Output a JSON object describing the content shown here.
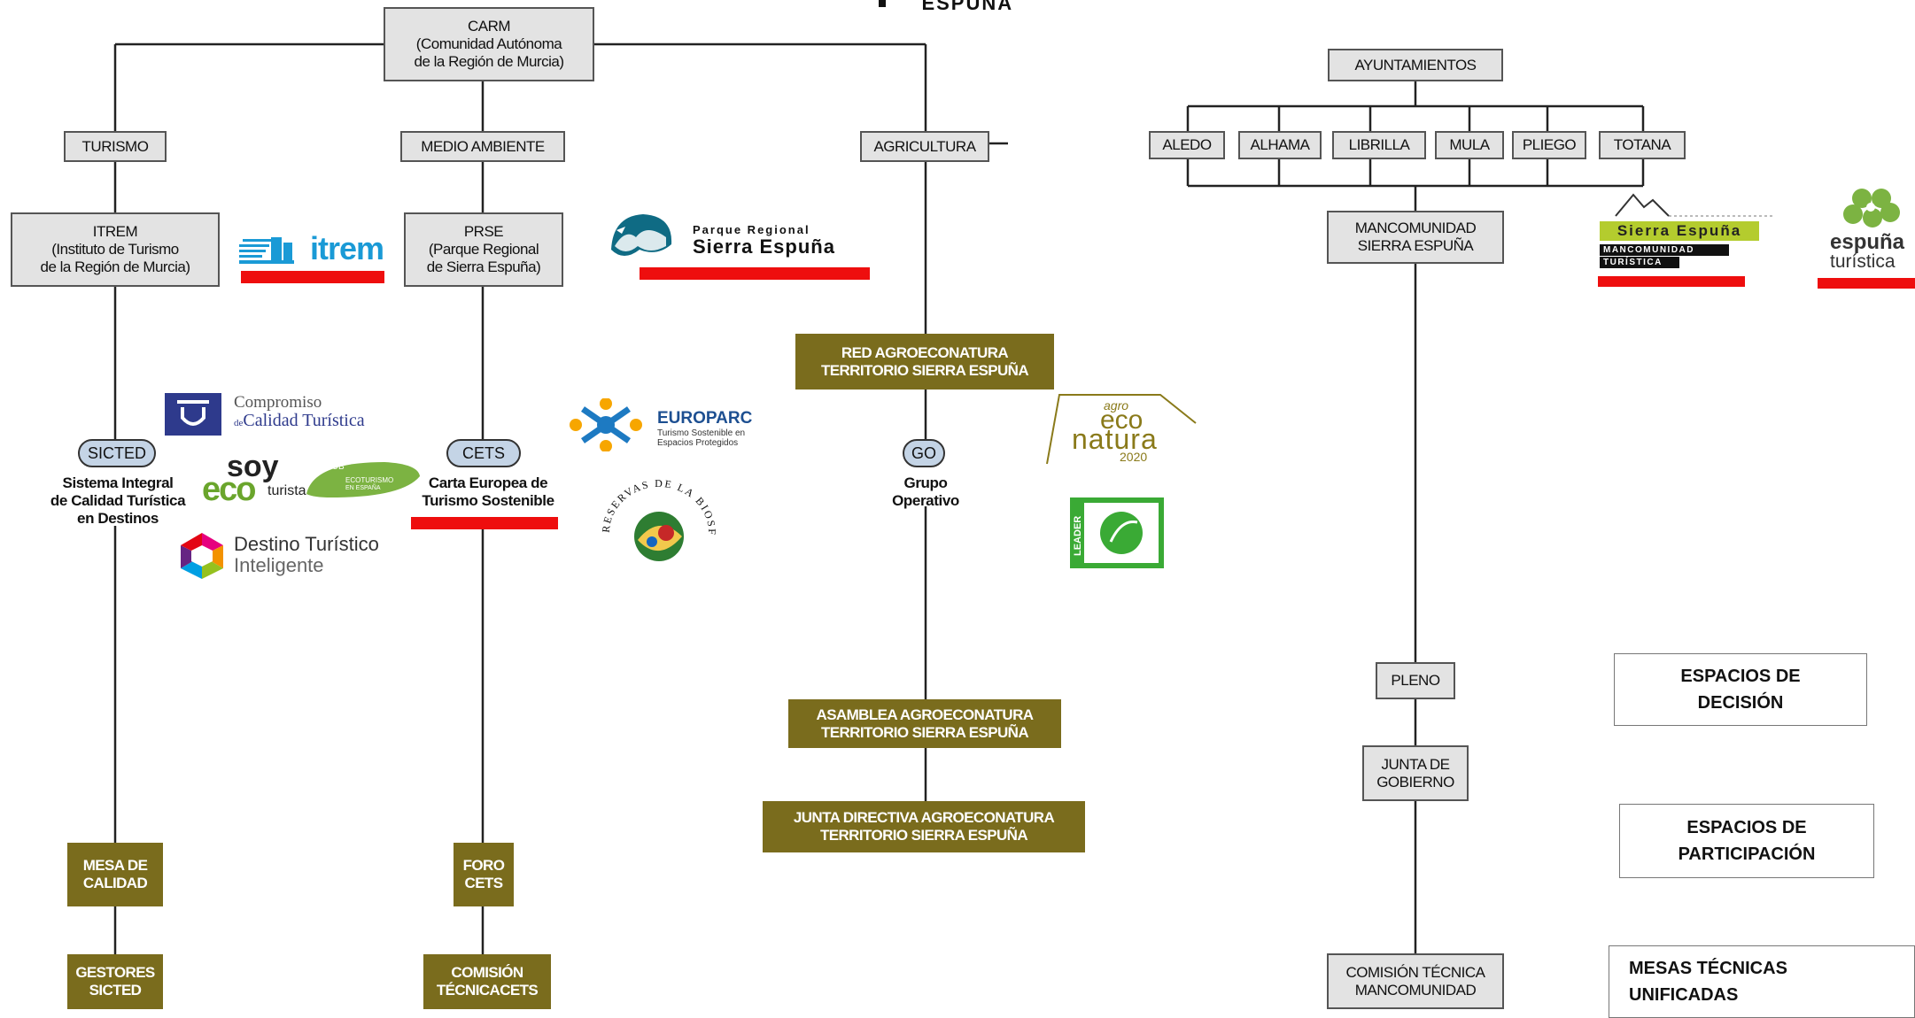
{
  "header_fragment": "ESPUÑA",
  "carm": {
    "l1": "CARM",
    "l2": "(Comunidad Autónoma",
    "l3": "de la Región de Murcia)"
  },
  "areas": {
    "turismo": "TURISMO",
    "medio_ambiente": "MEDIO AMBIENTE",
    "agricultura": "AGRICULTURA"
  },
  "itrem": {
    "l1": "ITREM",
    "l2": "(Instituto de Turismo",
    "l3": "de la Región de Murcia)"
  },
  "prse": {
    "l1": "PRSE",
    "l2": "(Parque Regional",
    "l3": "de Sierra Espuña)"
  },
  "red_agro": {
    "l1": "RED AGROECONATURA",
    "l2": "TERRITORIO SIERRA ESPUÑA"
  },
  "pills": {
    "sicted": "SICTED",
    "cets": "CETS",
    "go": "GO"
  },
  "pill_labels": {
    "sicted": {
      "l1": "Sistema Integral",
      "l2": "de Calidad Turística",
      "l3": "en Destinos"
    },
    "cets": {
      "l1": "Carta Europea de",
      "l2": "Turismo Sostenible"
    },
    "go": {
      "l1": "Grupo",
      "l2": "Operativo"
    }
  },
  "asamblea": {
    "l1": "ASAMBLEA AGROECONATURA",
    "l2": "TERRITORIO SIERRA ESPUÑA"
  },
  "junta_directiva": {
    "l1": "JUNTA DIRECTIVA AGROECONATURA",
    "l2": "TERRITORIO SIERRA ESPUÑA"
  },
  "mesa_calidad": {
    "l1": "MESA DE",
    "l2": "CALIDAD"
  },
  "gestores": {
    "l1": "GESTORES",
    "l2": "SICTED"
  },
  "foro": {
    "l1": "FORO",
    "l2": "CETS"
  },
  "comision_cets": {
    "l1": "COMISIÓN",
    "l2": "TÉCNICACETS"
  },
  "ayuntamientos": "AYUNTAMIENTOS",
  "municipios": [
    "ALEDO",
    "ALHAMA",
    "LIBRILLA",
    "MULA",
    "PLIEGO",
    "TOTANA"
  ],
  "mancomunidad": {
    "l1": "MANCOMUNIDAD",
    "l2": "SIERRA ESPUÑA"
  },
  "pleno": "PLENO",
  "junta_gobierno": {
    "l1": "JUNTA DE",
    "l2": "GOBIERNO"
  },
  "comision_tecnica": {
    "l1": "COMISIÓN TÉCNICA",
    "l2": "MANCOMUNIDAD"
  },
  "legend": {
    "decision": {
      "l1": "ESPACIOS DE",
      "l2": "DECISIÓN"
    },
    "participacion": {
      "l1": "ESPACIOS DE",
      "l2": "PARTICIPACIÓN"
    },
    "mesas": {
      "l1": "MESAS TÉCNICAS",
      "l2": "UNIFICADAS"
    }
  },
  "logos": {
    "itrem": "itrem",
    "parque_1": "Parque Regional",
    "parque_2": "Sierra Espuña",
    "compromiso_1": "Compromiso",
    "compromiso_2a": "de",
    "compromiso_2b": "Calidad Turística",
    "soy_1": "soy",
    "soy_2": "eco",
    "soy_3": "turista",
    "club_1": "CLUB",
    "club_2": "ECOTURISMO",
    "club_3": "EN ESPAÑA",
    "destino_1": "Destino Turístico",
    "destino_2": "Inteligente",
    "europarc_1": "EUROPARC",
    "europarc_2": "Turismo Sostenible en",
    "europarc_3": "Espacios Protegidos",
    "biosfera": "RESERVAS DE LA BIOSFERA ESPAÑOLAS",
    "agro_1": "agro",
    "agro_2": "eco",
    "agro_3": "natura",
    "agro_4": "2020",
    "leader": "LEADER",
    "sierra_1": "Sierra Espuña",
    "sierra_2": "MANCOMUNIDAD",
    "sierra_3": "TURÍSTICA",
    "esp_1": "espuña",
    "esp_2": "turística"
  },
  "colors": {
    "olive": "#7a6c1d",
    "pill": "#c4d4e6",
    "red": "#ee0e0e",
    "box": "#e3e3e3",
    "itrem_blue": "#1a9ad6",
    "parque_teal": "#0f6b84"
  }
}
